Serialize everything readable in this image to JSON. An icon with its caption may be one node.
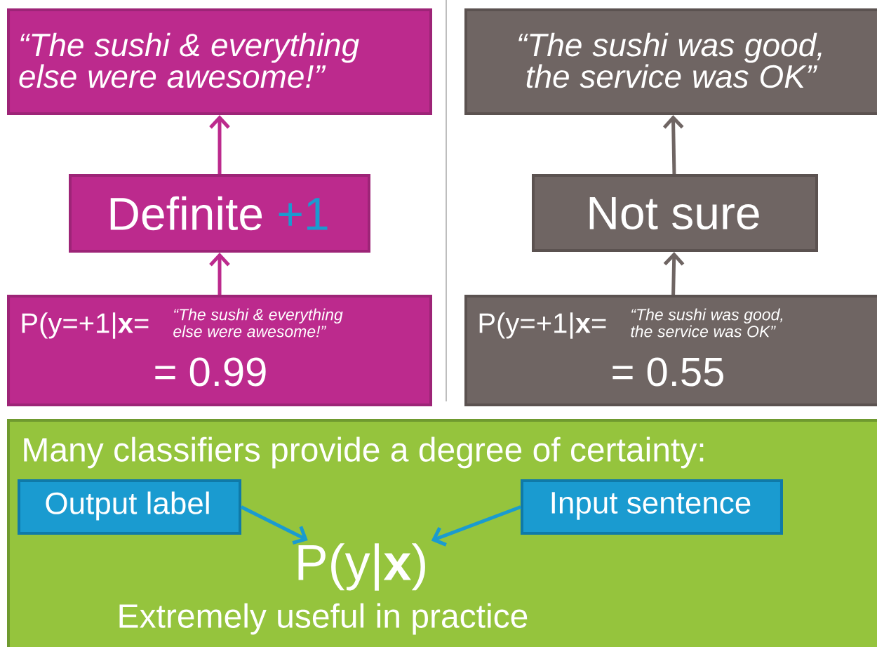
{
  "diagram": {
    "nodes": [
      {
        "text": [
          "“The sushi & everything else were awesome!”"
        ]
      },
      {
        "text": [
          "Definite",
          "+1"
        ]
      },
      {
        "text": [
          "P(y=+1|**x**=",
          "“The sushi & everything else were awesome!”",
          "= 0.99"
        ]
      },
      {
        "text": [
          "“The sushi was good, the service was OK”"
        ]
      },
      {
        "text": [
          "Not sure"
        ]
      },
      {
        "text": [
          "P(y=+1|**x**=",
          "“The sushi was good, the service was OK”",
          "= 0.55"
        ]
      },
      {
        "text": [
          "Many classifiers provide a degree of certainty:",
          "Extremely useful in practice"
        ]
      },
      {
        "text": [
          "Output label"
        ],
        "in": 6
      },
      {
        "text": [
          "Input sentence"
        ],
        "in": 6
      },
      {
        "text": [
          "P(y|**x**)"
        ],
        "in": 6
      }
    ],
    "edges": [
      {
        "from": 2,
        "to": 1,
        "arrow": "to",
        "color": "#bc2a8d"
      },
      {
        "from": 1,
        "to": 0,
        "arrow": "to",
        "color": "#bc2a8d"
      },
      {
        "from": 5,
        "to": 4,
        "arrow": "to",
        "color": "#6f6563"
      },
      {
        "from": 4,
        "to": 3,
        "arrow": "to",
        "color": "#6f6563"
      },
      {
        "from": 7,
        "to": 9,
        "arrow": "to",
        "color": "#1a9bd0"
      },
      {
        "from": 8,
        "to": 9,
        "arrow": "to",
        "color": "#1a9bd0"
      }
    ]
  }
}
